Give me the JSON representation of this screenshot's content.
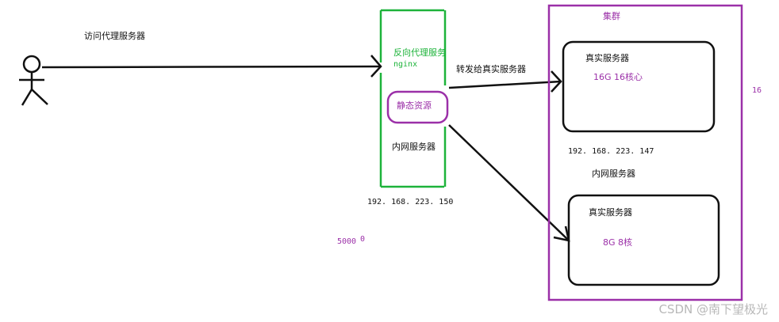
{
  "labels": {
    "visit_proxy": "访问代理服务器",
    "reverse_proxy": "反向代理服务",
    "nginx": "nginx",
    "static_resources": "静态资源",
    "intranet_server_left": "内网服务器",
    "ip_left": "192. 168. 223. 150",
    "forward_to_real": "转发给真实服务器",
    "cluster": "集群",
    "real_server_1": "真实服务器",
    "spec_1": "16G  16核心",
    "ip_right": "192. 168. 223. 147",
    "intranet_server_right": "内网服务器",
    "real_server_2": "真实服务器",
    "spec_2": "8G   8核",
    "number_16": "16",
    "number_5000": "5000",
    "number_0": "0"
  },
  "watermark": "CSDN @南下望极光",
  "colors": {
    "line": "#111111",
    "green": "#1db33a",
    "purple": "#9b30a8"
  }
}
